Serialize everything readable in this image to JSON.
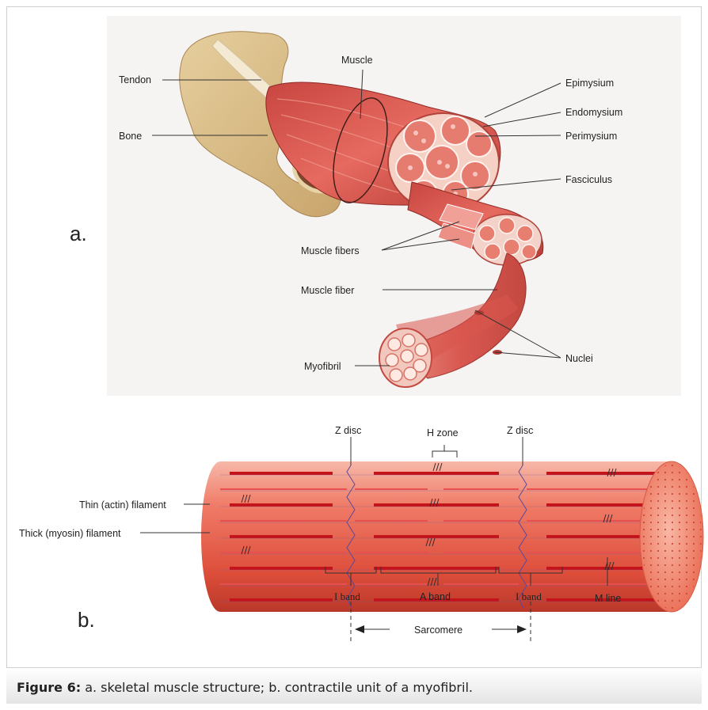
{
  "panel_a": {
    "panel_label": "a.",
    "labels": {
      "tendon": "Tendon",
      "bone": "Bone",
      "muscle": "Muscle",
      "epimysium": "Epimysium",
      "endomysium": "Endomysium",
      "perimysium": "Perimysium",
      "fasciculus": "Fasciculus",
      "muscle_fibers": "Muscle fibers",
      "muscle_fiber": "Muscle fiber",
      "nuclei": "Nuclei",
      "myofibril": "Myofibril"
    }
  },
  "panel_b": {
    "panel_label": "b.",
    "labels": {
      "z_disc_left": "Z disc",
      "h_zone": "H zone",
      "z_disc_right": "Z disc",
      "thin_filament": "Thin (actin) filament",
      "thick_filament": "Thick (myosin) filament",
      "i_band_left": "I band",
      "a_band": "A band",
      "i_band_right": "I band",
      "m_line": "M line",
      "sarcomere": "Sarcomere"
    }
  },
  "caption": {
    "prefix": "Figure 6:",
    "text": " a. skeletal muscle structure; b. contractile unit of a myofibril."
  },
  "colors": {
    "muscle_red": "#d9534f",
    "bone_tan": "#d8bd8a",
    "myofibril_red": "#e8584a"
  }
}
